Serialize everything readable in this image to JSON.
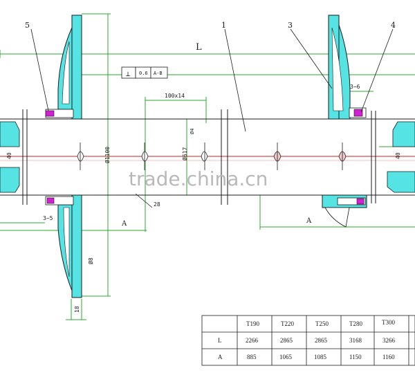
{
  "callouts": {
    "c1": "1",
    "c3": "3",
    "c4": "4",
    "c5": "5"
  },
  "dimensions": {
    "length": "L",
    "keyway": "100x14",
    "gap_right": "3~6",
    "gap_left": "3~5",
    "offset": "A",
    "bore_dia": "Ø617",
    "outer_dia": "Ø1100",
    "small_dia": "Ø4",
    "angle": "28",
    "tol_a": "0.6",
    "tol_b": "A-B",
    "phi_left": "Ø8",
    "thick": "18",
    "h_left": "40",
    "h_right": "40"
  },
  "watermark": "trade.china.cn",
  "table": {
    "row_labels": [
      "",
      "L",
      "A"
    ],
    "columns": [
      {
        "head": "T190",
        "L": "2266",
        "A": "885"
      },
      {
        "head": "T220",
        "L": "2865",
        "A": "1065"
      },
      {
        "head": "T250",
        "L": "2865",
        "A": "1085"
      },
      {
        "head": "T280",
        "L": "3168",
        "A": "1150"
      },
      {
        "head": "T300",
        "L": "3266",
        "A": "1160"
      }
    ]
  },
  "colors": {
    "line": "#1a1a1a",
    "dim_green": "#2aa82a",
    "center_red": "#d61f1f",
    "cyan_fill": "#56e3e3",
    "magenta": "#d21fd2"
  }
}
